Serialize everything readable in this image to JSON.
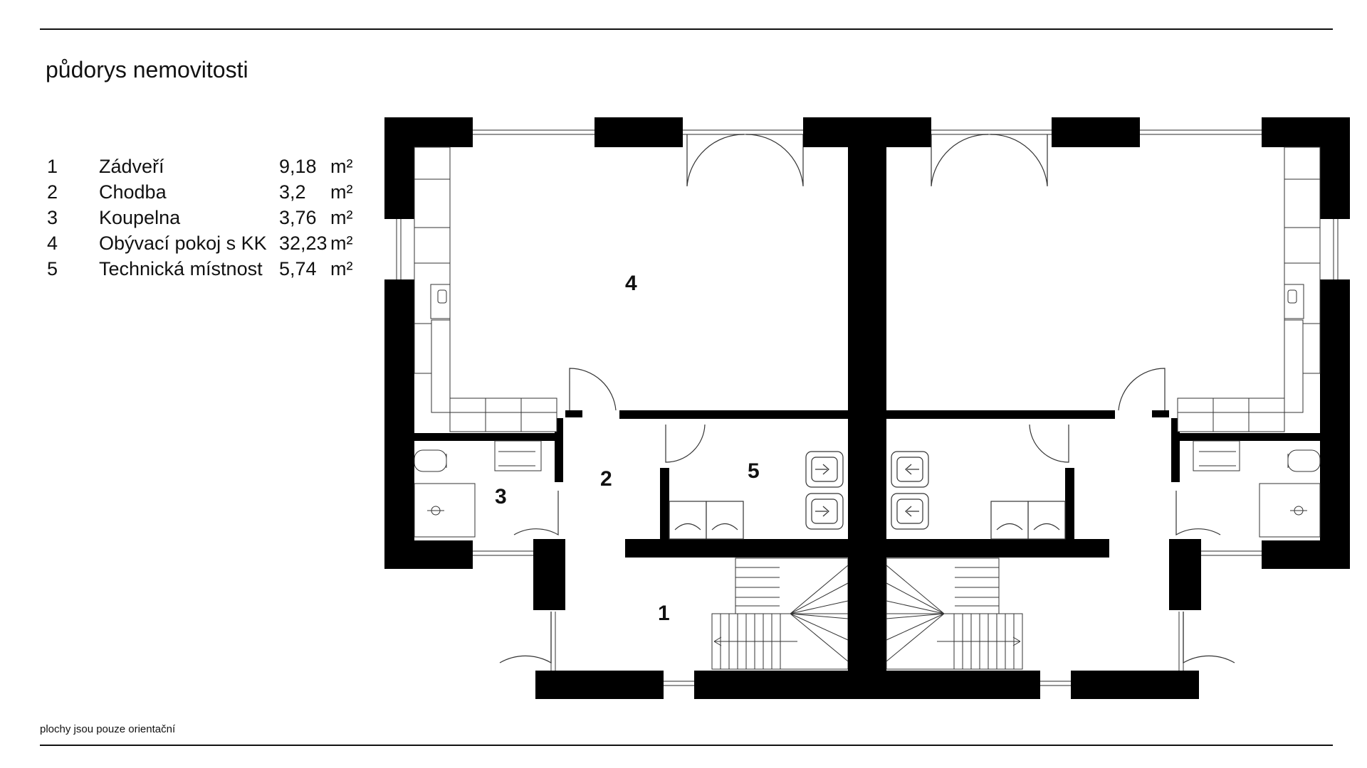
{
  "title": "půdorys nemovitosti",
  "legend": [
    {
      "num": "1",
      "name": "Zádveří",
      "area": "9,18",
      "unit": "m²"
    },
    {
      "num": "2",
      "name": "Chodba",
      "area": "3,2",
      "unit": "m²"
    },
    {
      "num": "3",
      "name": "Koupelna",
      "area": "3,76",
      "unit": "m²"
    },
    {
      "num": "4",
      "name": "Obývací pokoj s KK",
      "area": "32,23",
      "unit": "m²"
    },
    {
      "num": "5",
      "name": "Technická místnost",
      "area": "5,74",
      "unit": "m²"
    }
  ],
  "plan_labels": {
    "r1": "1",
    "r2": "2",
    "r3": "3",
    "r4": "4",
    "r5": "5"
  },
  "footnote": "plochy jsou pouze orientační"
}
